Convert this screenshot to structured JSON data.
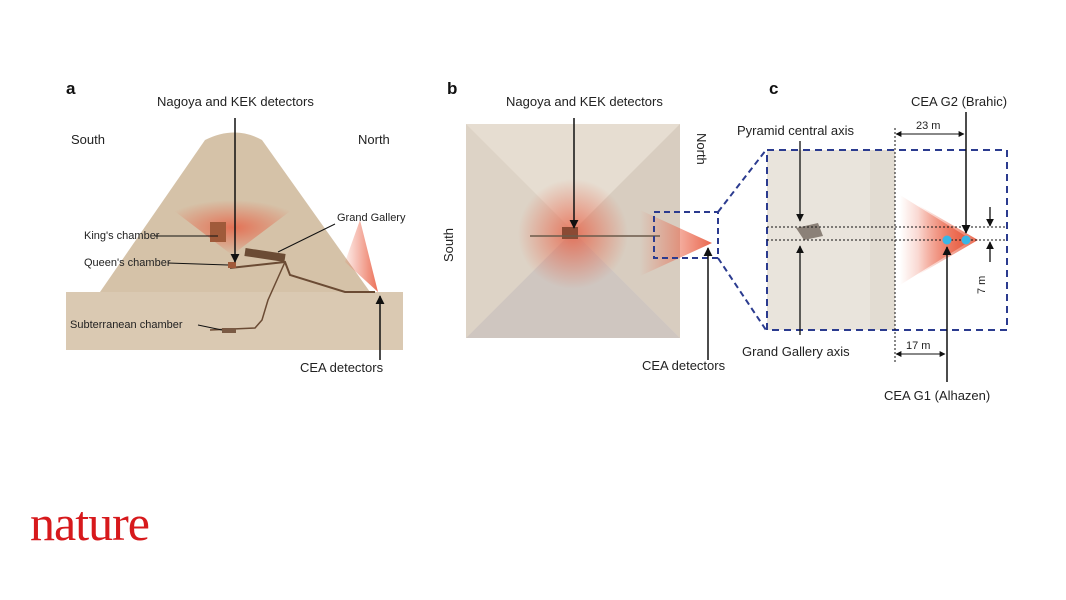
{
  "panels": {
    "a": {
      "letter": "a",
      "south": "South",
      "north": "North",
      "detectors_top": "Nagoya and KEK detectors",
      "grand_gallery": "Grand Gallery",
      "kings_chamber": "King's chamber",
      "queens_chamber": "Queen's chamber",
      "subterranean_chamber": "Subterranean chamber",
      "cea_detectors": "CEA detectors"
    },
    "b": {
      "letter": "b",
      "detectors_top": "Nagoya and KEK detectors",
      "north": "North",
      "south": "South",
      "cea_detectors": "CEA detectors"
    },
    "c": {
      "letter": "c",
      "pyramid_axis": "Pyramid central axis",
      "cea_g2": "CEA G2 (Brahic)",
      "dist_23": "23 m",
      "grand_gallery_axis": "Grand Gallery axis",
      "dist_17": "17 m",
      "dist_7": "7 m",
      "cea_g1": "CEA G1 (Alhazen)"
    }
  },
  "colors": {
    "pyramid_fill": "#d5c2a8",
    "ground_fill": "#dac9b2",
    "detector_cone": "#e8573a",
    "dashed_box": "#2b3b8f",
    "detector_dot": "#39b6e6",
    "logo": "#d7191c"
  },
  "logo": {
    "text": "nature"
  }
}
